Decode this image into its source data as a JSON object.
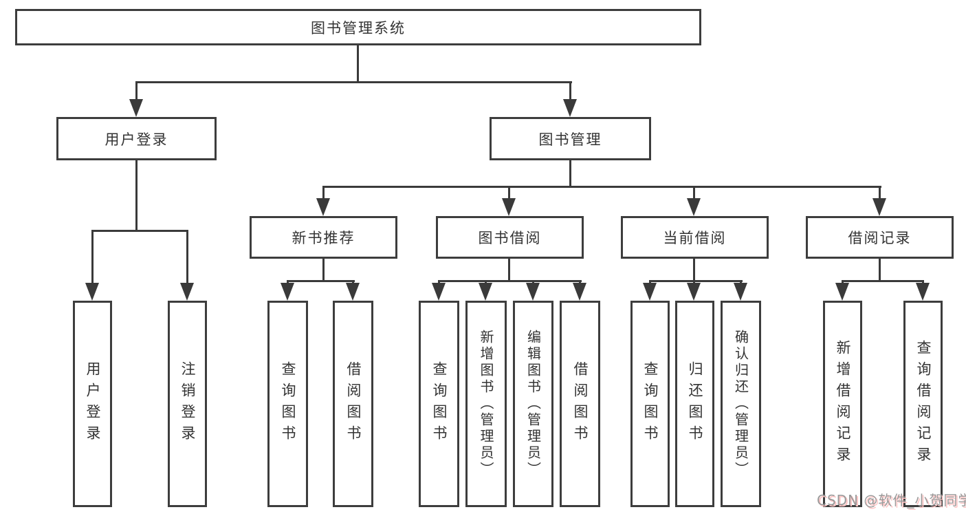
{
  "diagram": {
    "type": "hierarchy",
    "colors": {
      "line": "#3a3a3a",
      "box_border": "#3d3d3d",
      "text": "#333333",
      "background": "#ffffff",
      "watermark_text": "#9a9a9a",
      "watermark_shadow": "#ffc4c4"
    }
  },
  "tree": {
    "root": {
      "label": "图书管理系统",
      "children": [
        {
          "label": "用户登录",
          "children": [
            {
              "label": "用户登录"
            },
            {
              "label": "注销登录"
            }
          ]
        },
        {
          "label": "图书管理",
          "children": [
            {
              "label": "新书推荐",
              "children": [
                {
                  "label": "查询图书"
                },
                {
                  "label": "借阅图书"
                }
              ]
            },
            {
              "label": "图书借阅",
              "children": [
                {
                  "label": "查询图书"
                },
                {
                  "label": "新增图书（管理员）"
                },
                {
                  "label": "编辑图书（管理员）"
                },
                {
                  "label": "借阅图书"
                }
              ]
            },
            {
              "label": "当前借阅",
              "children": [
                {
                  "label": "查询图书"
                },
                {
                  "label": "归还图书"
                },
                {
                  "label": "确认归还（管理员）"
                }
              ]
            },
            {
              "label": "借阅记录",
              "children": [
                {
                  "label": "新增借阅记录"
                },
                {
                  "label": "查询借阅记录"
                }
              ]
            }
          ]
        }
      ]
    }
  },
  "watermark": {
    "text": "CSDN @软件_小贺同学"
  }
}
